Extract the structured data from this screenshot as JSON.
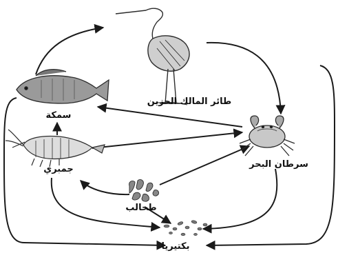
{
  "diagram": {
    "organisms": {
      "heron": {
        "label": "طائر المالك الحزين",
        "icon": "heron-icon"
      },
      "fish": {
        "label": "سمكة",
        "icon": "fish-icon"
      },
      "shrimp": {
        "label": "جمبري",
        "icon": "shrimp-icon"
      },
      "crab": {
        "label": "سرطان البحر",
        "icon": "crab-icon"
      },
      "algae": {
        "label": "طحالب",
        "icon": "algae-icon"
      },
      "bacteria": {
        "label": "بكتيريا",
        "icon": "bacteria-icon"
      }
    },
    "links": [
      {
        "from": "fish",
        "to": "heron"
      },
      {
        "from": "heron",
        "to": "crab"
      },
      {
        "from": "crab",
        "to": "fish"
      },
      {
        "from": "shrimp",
        "to": "fish"
      },
      {
        "from": "shrimp",
        "to": "crab"
      },
      {
        "from": "algae",
        "to": "shrimp"
      },
      {
        "from": "algae",
        "to": "crab"
      },
      {
        "from": "algae",
        "to": "bacteria"
      },
      {
        "from": "shrimp",
        "to": "bacteria"
      },
      {
        "from": "fish",
        "to": "bacteria"
      },
      {
        "from": "crab",
        "to": "bacteria"
      },
      {
        "from": "heron",
        "to": "bacteria"
      }
    ],
    "colors": {
      "line": "#1a1a1a",
      "organism": "#2b2b2b",
      "background": "#ffffff"
    }
  }
}
